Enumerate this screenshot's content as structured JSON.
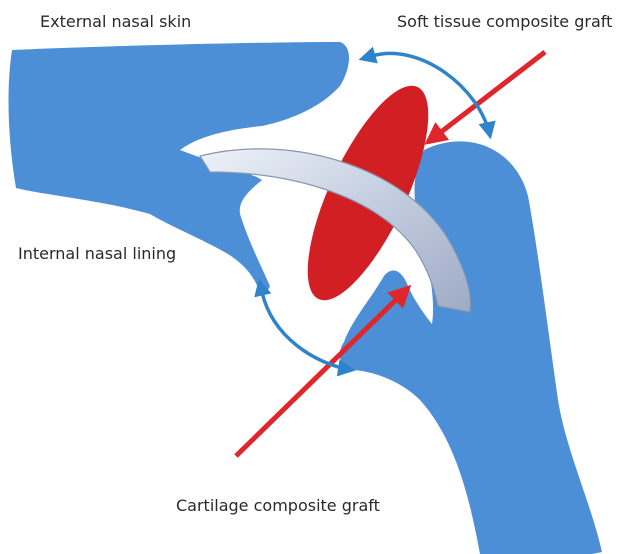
{
  "labels": {
    "external_nasal_skin": "External nasal skin",
    "soft_tissue_composite_graft": "Soft tissue composite graft",
    "internal_nasal_lining": "Internal nasal lining",
    "cartilage_composite_graft": "Cartilage composite graft"
  },
  "colors": {
    "tissue": "#4d8fd6",
    "soft_tissue_graft": "#d11f24",
    "cartilage": "#c9d3e2",
    "pointer_arrow": "#e0252b",
    "double_arrow": "#2f84c9"
  },
  "icons": {
    "double_arrow": "double-headed-curved-arrow",
    "pointer_arrow": "straight-arrow"
  }
}
